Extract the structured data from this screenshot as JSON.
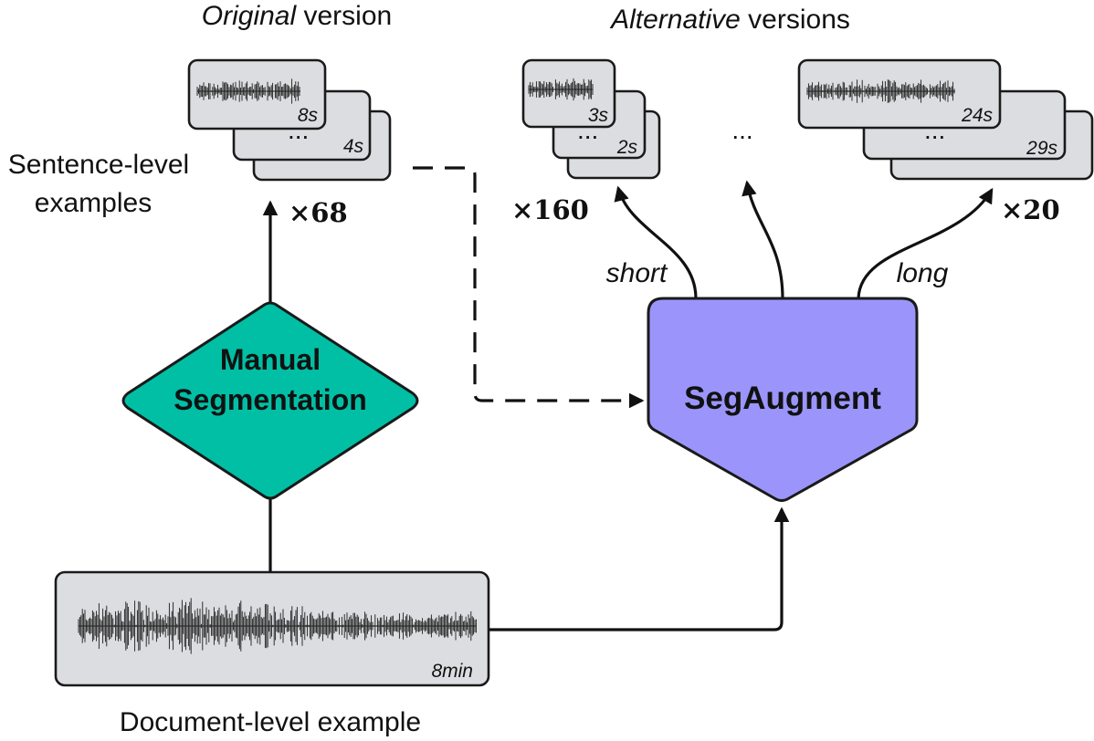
{
  "headings": {
    "original_em": "Original",
    "original_rest": " version",
    "alternative_em": "Alternative",
    "alternative_rest": " versions"
  },
  "labels": {
    "sentence_level_line1": "Sentence-level",
    "sentence_level_line2": "examples",
    "document_level": "Document-level example",
    "short": "short",
    "long": "long",
    "ellipsis": "..."
  },
  "nodes": {
    "manual_line1": "Manual",
    "manual_line2": "Segmentation",
    "segaugment": "SegAugment"
  },
  "counts": {
    "original": "×68",
    "short": "×160",
    "long": "×20"
  },
  "durations": {
    "orig_front": "8s",
    "orig_back": "4s",
    "short_front": "3s",
    "short_back": "2s",
    "long_front": "24s",
    "long_back": "29s",
    "document": "8min"
  },
  "colors": {
    "manual_fill": "#00bfa5",
    "segaugment_fill": "#9b95fb",
    "card_fill": "#dcdde0",
    "stroke": "#1a1a1a"
  }
}
